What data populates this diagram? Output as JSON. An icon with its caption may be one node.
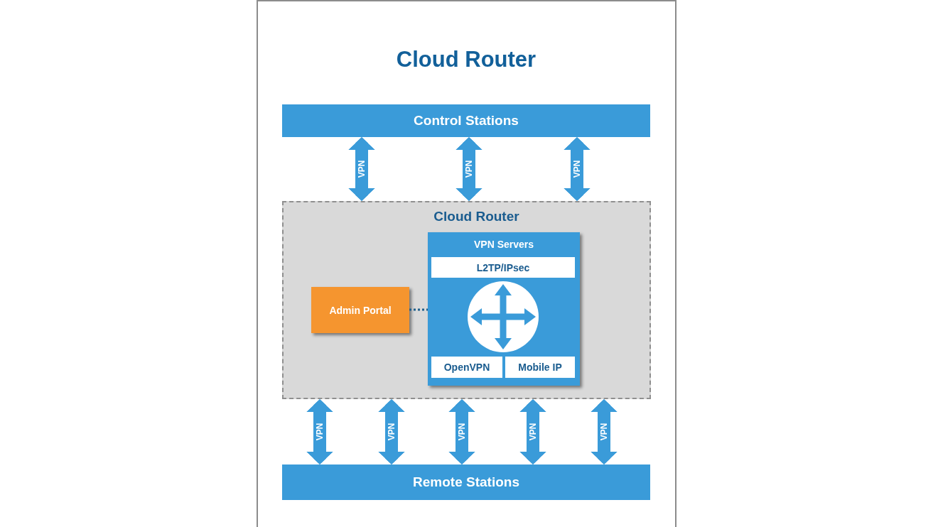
{
  "diagram": {
    "title": "Cloud Router",
    "nodes": [
      {
        "text": [
          "Control Stations"
        ]
      },
      {
        "text": [
          "Cloud Router"
        ]
      },
      {
        "text": [
          "VPN Servers"
        ],
        "in": 1
      },
      {
        "text": [
          "L2TP/IPsec"
        ],
        "in": 2
      },
      {
        "text": [
          "OpenVPN"
        ],
        "in": 2
      },
      {
        "text": [
          "Mobile IP"
        ],
        "in": 2
      },
      {
        "text": [
          "Admin Portal"
        ],
        "in": 1
      },
      {
        "text": [
          "Remote Stations"
        ]
      }
    ],
    "edges": [
      {
        "from": 0,
        "to": 1,
        "label": "VPN",
        "arrow": "both"
      },
      {
        "from": 0,
        "to": 1,
        "label": "VPN",
        "arrow": "both"
      },
      {
        "from": 0,
        "to": 1,
        "label": "VPN",
        "arrow": "both"
      },
      {
        "from": 1,
        "to": 7,
        "label": "VPN",
        "arrow": "both"
      },
      {
        "from": 1,
        "to": 7,
        "label": "VPN",
        "arrow": "both"
      },
      {
        "from": 1,
        "to": 7,
        "label": "VPN",
        "arrow": "both"
      },
      {
        "from": 1,
        "to": 7,
        "label": "VPN",
        "arrow": "both"
      },
      {
        "from": 1,
        "to": 7,
        "label": "VPN",
        "arrow": "both"
      },
      {
        "from": 6,
        "to": 2,
        "arrow": "none",
        "style": "dashed",
        "color": "#1f5f8b"
      }
    ]
  }
}
